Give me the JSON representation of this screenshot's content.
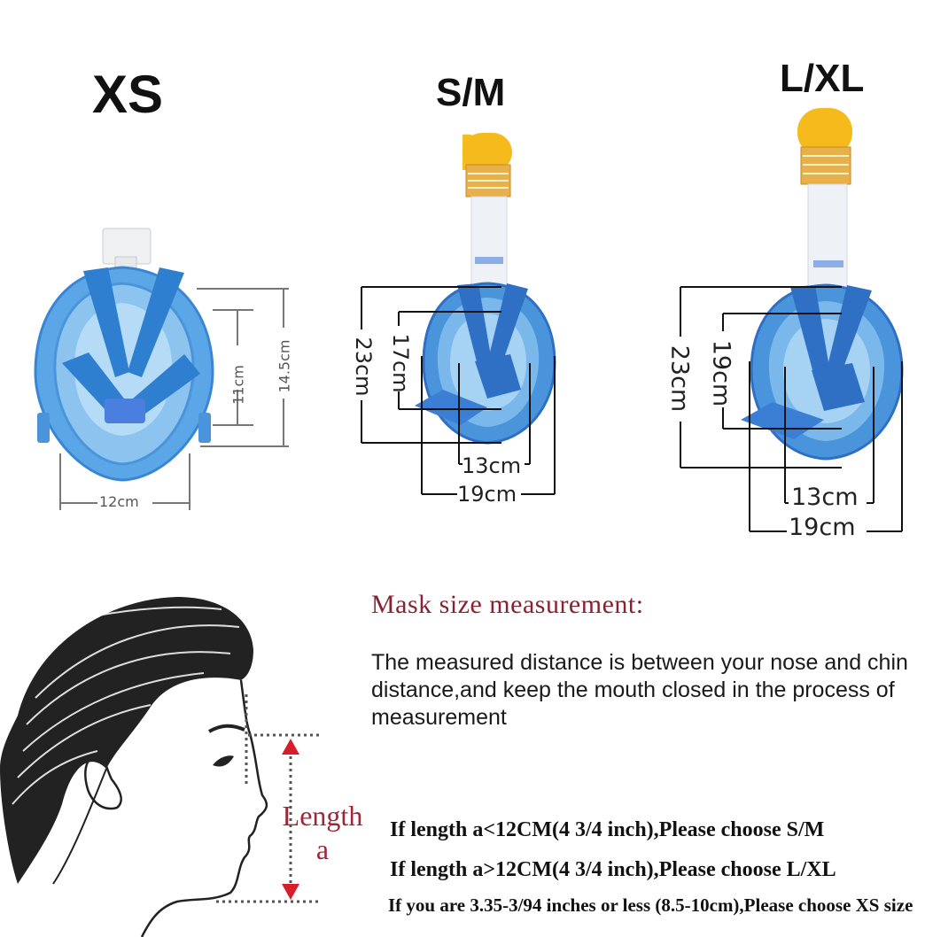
{
  "sizes": [
    {
      "label": "XS",
      "dimensions": {
        "inner_height": "11cm",
        "outer_height": "14.5cm",
        "width": "12cm"
      }
    },
    {
      "label": "S/M",
      "dimensions": {
        "outer_height": "23cm",
        "inner_height": "17cm",
        "inner_width": "13cm",
        "outer_width": "19cm"
      }
    },
    {
      "label": "L/XL",
      "dimensions": {
        "outer_height": "23cm",
        "inner_height": "19cm",
        "inner_width": "13cm",
        "outer_width": "19cm"
      }
    }
  ],
  "measurement": {
    "heading": "Mask size measurement:",
    "description": "The measured distance is between your nose and chin distance,and keep the mouth closed in the process of measurement",
    "length_label_line1": "Length",
    "length_label_line2": "a",
    "rules": [
      "If length a<12CM(4 3/4 inch),Please choose S/M",
      "If length a>12CM(4 3/4 inch),Please choose L/XL",
      "If you are 3.35-3/94 inches or less (8.5-10cm),Please choose XS size"
    ]
  },
  "colors": {
    "mask_blue": "#3a86d4",
    "strap_blue": "#2f6fc4",
    "snorkel_yellow": "#f5bb1c",
    "heading_red": "#8a2030",
    "arrow_red": "#d81e2a"
  }
}
